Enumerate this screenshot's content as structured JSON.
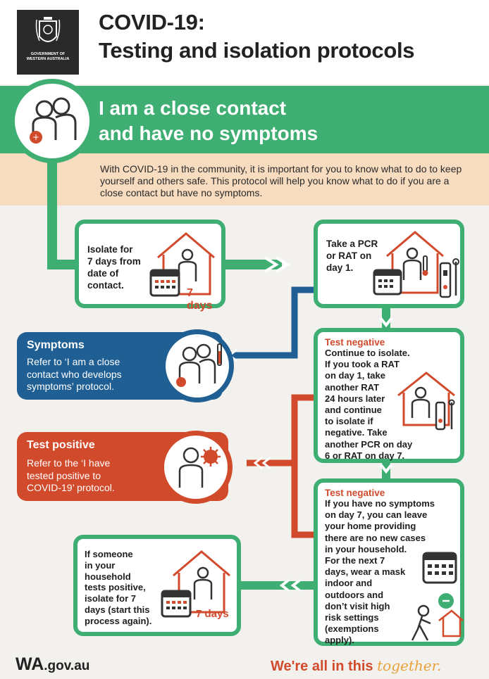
{
  "header": {
    "logo_line1": "GOVERNMENT OF",
    "logo_line2": "WESTERN AUSTRALIA",
    "title_line1": "COVID-19:",
    "title_line2": "Testing and isolation protocols"
  },
  "banner": {
    "line1": "I am a close contact",
    "line2": "and have no symptoms"
  },
  "intro": "With COVID-19 in the community, it is important for you to know what to do to keep yourself and others safe. This protocol will help you know what to do if you are a close contact but have no symptoms.",
  "steps": {
    "isolate": {
      "lines": [
        "Isolate for",
        "7 days from",
        "date of",
        "contact."
      ],
      "days_label": "7 days"
    },
    "test_day1": {
      "lines": [
        "Take a PCR",
        "or RAT on",
        "day 1."
      ]
    },
    "symptoms": {
      "title": "Symptoms",
      "lines": [
        "Refer to ‘I am a close",
        "contact who develops",
        "symptoms’ protocol."
      ]
    },
    "positive": {
      "title": "Test positive",
      "lines": [
        "Refer to the ‘I have",
        "tested positive to",
        "COVID-19’ protocol."
      ]
    },
    "negative1": {
      "title": "Test negative",
      "lines": [
        "Continue to isolate.",
        "If you took a RAT",
        "on day 1, take",
        "another RAT",
        "24 hours later",
        "and continue",
        "to isolate if",
        "negative. Take",
        "another PCR on day",
        "6 or RAT on day 7."
      ]
    },
    "negative2": {
      "title": "Test negative",
      "lines": [
        "If you have no symptoms",
        "on day 7, you can leave",
        "your home providing",
        "there are no new cases",
        "in your household.",
        "For the next 7",
        "days, wear a mask",
        "indoor and",
        "outdoors and",
        "don’t visit high",
        "risk settings",
        "(exemptions",
        "apply)."
      ]
    },
    "household": {
      "lines": [
        "If someone",
        "in your",
        "household",
        "tests positive,",
        "isolate for 7",
        "days (start this",
        "process again)."
      ],
      "days_label": "7 days"
    }
  },
  "footer": {
    "wa_main": "WA",
    "wa_suffix": ".gov.au",
    "slogan_main": "We're all in this",
    "slogan_accent": "together."
  },
  "colors": {
    "green": "#3fae72",
    "blue": "#1f5f93",
    "red": "#d24a2c",
    "peach": "#f7dcc0"
  }
}
